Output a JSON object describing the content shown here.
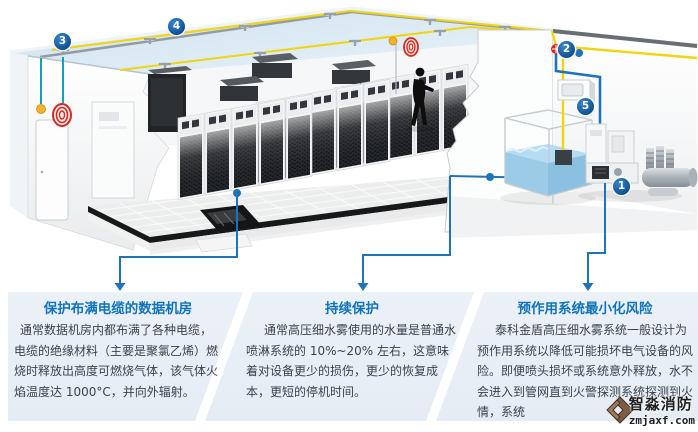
{
  "diagram": {
    "markers": [
      {
        "number": "1"
      },
      {
        "number": "2"
      },
      {
        "number": "3"
      },
      {
        "number": "4"
      },
      {
        "number": "5"
      }
    ],
    "icons": {
      "sprinkler-icon": "ceiling water-mist nozzle",
      "smoke-detector-icon": "yellow dot detector",
      "alarm-sounder-icon": "red coil sounder",
      "valve-icon": "red zone valve",
      "water-tank": "cube tank with water",
      "pump-unit": "pump skid with cylinders",
      "server-rack": "dark rack cabinet",
      "person-silhouette": "technician"
    },
    "colors": {
      "marker_blue": "#0d5293",
      "pipe_yellow": "#f2d410",
      "alarm_red": "#d42b20",
      "water_blue": "#9ccbe8",
      "line_blue": "#2173b8",
      "detector_yellow": "#f3b229",
      "detector_teal": "#0e90ad",
      "callout_title_blue": "#0f74ba",
      "callout_bg": "#e9eff6",
      "ceiling_blue": "#d8e8f3"
    }
  },
  "callouts": [
    {
      "title": "保护布满电缆的数据机房",
      "body": "通常数据机房内都布满了各种电缆，电缆的绝缘材料（主要是聚氯乙烯）燃烧时释放出高度可燃烧气体，该气体火焰温度达 1000°C，并向外辐射。"
    },
    {
      "title": "持续保护",
      "body": "通常高压细水雾使用的水量是普通水喷淋系统的 10%~20% 左右，这意味着对设备更少的损伤，更少的恢复成本，更短的停机时间。"
    },
    {
      "title": "预作用系统最小化风险",
      "body": "泰科金盾高压细水雾系统一般设计为预作用系统以降低可能损坏电气设备的风险。即便喷头损坏或系统意外释放，水不会进入到管网直到火警探测系统探测到火情，系统"
    }
  ],
  "watermark": {
    "name": "智淼消防",
    "url": "zmjaxf.com"
  }
}
